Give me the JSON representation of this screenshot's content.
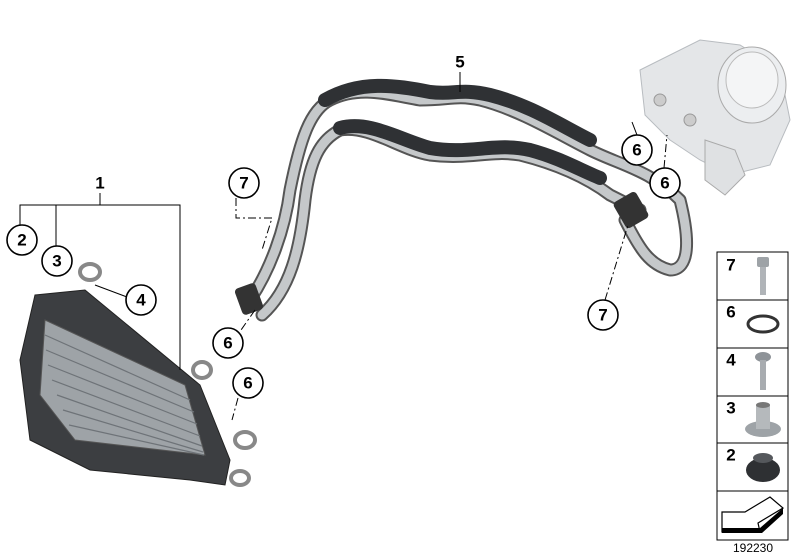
{
  "diagram": {
    "callouts": {
      "part_1": "1",
      "part_2": "2",
      "part_3": "3",
      "part_4": "4",
      "part_5": "5",
      "part_6": "6",
      "part_7": "7"
    },
    "legend_panel": [
      {
        "number": "7",
        "icon": "hex-bolt-icon"
      },
      {
        "number": "6",
        "icon": "o-ring-icon"
      },
      {
        "number": "4",
        "icon": "flange-bolt-icon"
      },
      {
        "number": "3",
        "icon": "bushing-icon"
      },
      {
        "number": "2",
        "icon": "rubber-grommet-icon"
      }
    ],
    "reference_number": "192230"
  }
}
